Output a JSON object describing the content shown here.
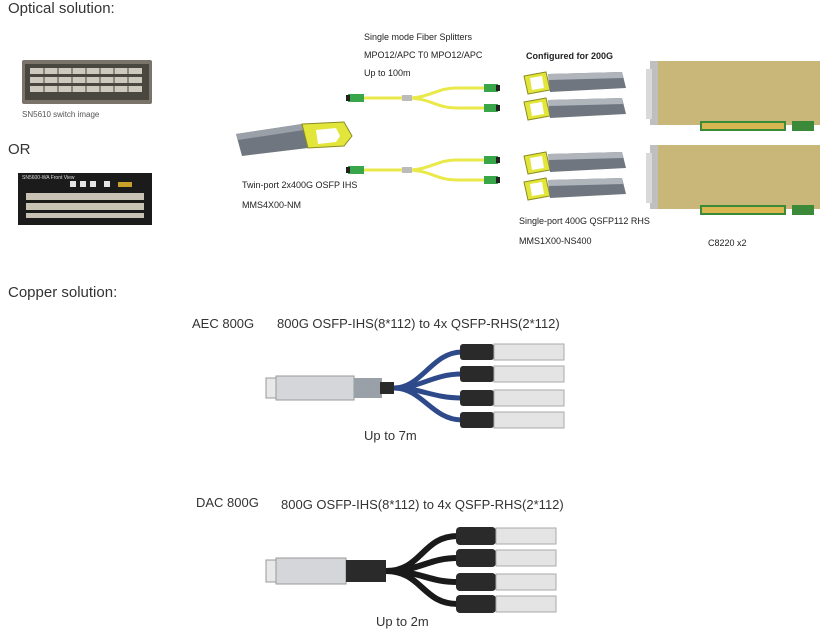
{
  "optical": {
    "heading": "Optical solution:",
    "or_label": "OR",
    "switch1_caption": "SN5610 switch image",
    "switch2_caption": "SN5600-WA Front View",
    "splitter_title": "Single mode Fiber Splitters",
    "splitter_spec": "MPO12/APC T0 MPO12/APC",
    "splitter_range": "Up to 100m",
    "config_label": "Configured for 200G",
    "twinport_line1": "Twin-port 2x400G OSFP IHS",
    "twinport_line2": "MMS4X00-NM",
    "singleport_line1": "Single-port 400G QSFP112 RHS",
    "singleport_line2": "MMS1X00-NS400",
    "nic_caption": "C8220 x2"
  },
  "copper": {
    "heading": "Copper solution:",
    "aec_label": "AEC 800G",
    "aec_spec": "800G OSFP-IHS(8*112) to 4x QSFP-RHS(2*112)",
    "aec_range": "Up to 7m",
    "dac_label": "DAC 800G",
    "dac_spec": "800G OSFP-IHS(8*112) to 4x QSFP-RHS(2*112)",
    "dac_range": "Up to 2m"
  },
  "colors": {
    "fiber": "#e9e94a",
    "nic_board": "#c9b77a",
    "aec_cable": "#2e4a8a",
    "dac_cable": "#1a1a1a"
  }
}
